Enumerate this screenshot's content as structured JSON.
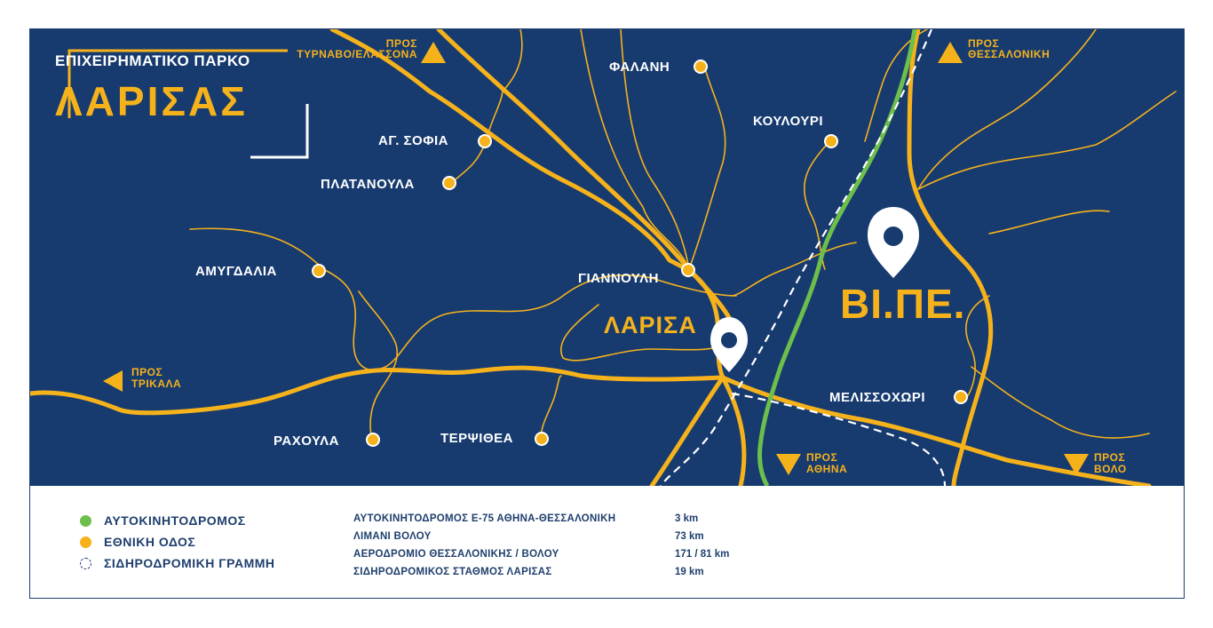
{
  "title": {
    "small": "ΕΠΙΧΕΙΡΗΜΑΤΙΚΟ ΠΑΡΚΟ",
    "big": "ΛΑΡΙΣΑΣ"
  },
  "city_label": "ΛΑΡΙΣΑ",
  "park_label": "ΒΙ.ΠΕ.",
  "towns": {
    "falani": "ΦΑΛΑΝΗ",
    "koulouri": "ΚΟΥΛΟΥΡΙ",
    "ag_sofia": "ΑΓ. ΣΟΦΙΑ",
    "platanoula": "ΠΛΑΤΑΝΟΥΛΑ",
    "amygdalia": "ΑΜΥΓΔΑΛΙΑ",
    "giannouli": "ΓΙΑΝΝΟΥΛΗ",
    "melissochori": "ΜΕΛΙΣΣΟΧΩΡΙ",
    "rachoula": "ΡΑΧΟΥΛΑ",
    "terpsithea": "ΤΕΡΨΙΘΕΑ"
  },
  "directions": {
    "tyrnavo": {
      "line1": "ΠΡΟΣ",
      "line2": "ΤΥΡΝΑΒΟ/ΕΛΑΣΣΟΝΑ"
    },
    "thessaloniki": {
      "line1": "ΠΡΟΣ",
      "line2": "ΘΕΣΣΑΛΟΝΙΚΗ"
    },
    "trikala": {
      "line1": "ΠΡΟΣ",
      "line2": "ΤΡΙΚΑΛΑ"
    },
    "athina": {
      "line1": "ΠΡΟΣ",
      "line2": "ΑΘΗΝΑ"
    },
    "volo": {
      "line1": "ΠΡΟΣ",
      "line2": "ΒΟΛΟ"
    }
  },
  "legend": [
    {
      "label": "ΑΥΤΟΚΙΝΗΤΟΔΡΟΜΟΣ",
      "color": "#6cbf4b",
      "style": "solid"
    },
    {
      "label": "ΕΘΝΙΚΗ ΟΔΟΣ",
      "color": "#f6b21b",
      "style": "solid"
    },
    {
      "label": "ΣΙΔΗΡΟΔΡΟΜΙΚΗ ΓΡΑΜΜΗ",
      "color": "#1f3f6e",
      "style": "dashed"
    }
  ],
  "distances": [
    {
      "label": "ΑΥΤΟΚΙΝΗΤΟΔΡΟΜΟΣ Ε-75 ΑΘΗΝΑ-ΘΕΣΣΑΛΟΝΙΚΗ",
      "value": "3 km"
    },
    {
      "label": "ΛΙΜΑΝΙ ΒΟΛΟΥ",
      "value": "73 km"
    },
    {
      "label": "ΑΕΡΟΔΡΟΜΙΟ ΘΕΣΣΑΛΟΝΙΚΗΣ / ΒΟΛΟΥ",
      "value": "171 / 81 km"
    },
    {
      "label": "ΣΙΔΗΡΟΔΡΟΜΙΚΟΣ ΣΤΑΘΜΟΣ ΛΑΡΙΣΑΣ",
      "value": "19 km"
    }
  ],
  "colors": {
    "map_bg": "#173b6f",
    "road": "#f6b21b",
    "motorway": "#6cbf4b",
    "rail": "#ffffff",
    "text_dark": "#1f3f6e"
  }
}
